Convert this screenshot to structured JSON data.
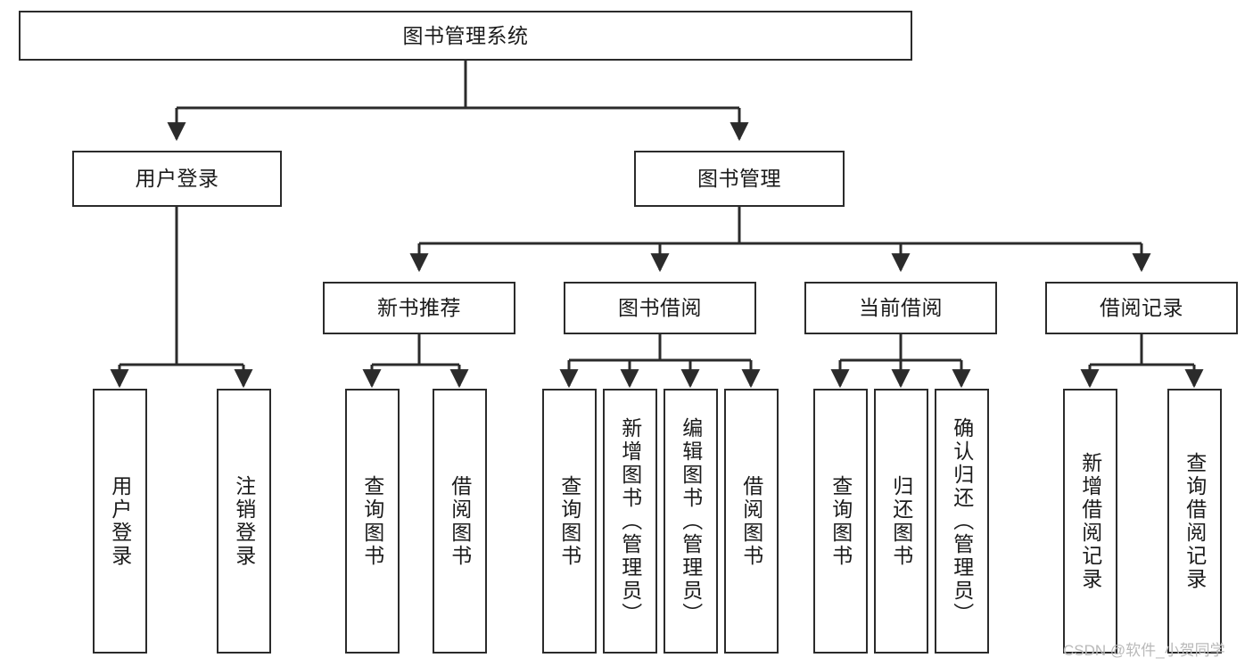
{
  "diagram": {
    "title": "图书管理系统",
    "watermark": "CSDN @软件_小贺同学",
    "accent_color": "#2b2b2b",
    "background_color": "#ffffff",
    "nodes": {
      "root": {
        "label": "图书管理系统"
      },
      "level2": [
        {
          "id": "user-login",
          "label": "用户登录"
        },
        {
          "id": "book-manage",
          "label": "图书管理"
        }
      ],
      "level3": [
        {
          "id": "new-book-recommend",
          "label": "新书推荐"
        },
        {
          "id": "book-borrow",
          "label": "图书借阅"
        },
        {
          "id": "current-borrow",
          "label": "当前借阅"
        },
        {
          "id": "borrow-record",
          "label": "借阅记录"
        }
      ],
      "leaves": {
        "user_login": [
          {
            "id": "leaf-user-login",
            "label": "用户登录"
          },
          {
            "id": "leaf-logout-login",
            "label": "注销登录"
          }
        ],
        "new_book_recommend": [
          {
            "id": "leaf-query-book-1",
            "label": "查询图书"
          },
          {
            "id": "leaf-borrow-book-1",
            "label": "借阅图书"
          }
        ],
        "book_borrow": [
          {
            "id": "leaf-query-book-2",
            "label": "查询图书"
          },
          {
            "id": "leaf-add-book",
            "label": "新增图书（管理员）"
          },
          {
            "id": "leaf-edit-book",
            "label": "编辑图书（管理员）"
          },
          {
            "id": "leaf-borrow-book-2",
            "label": "借阅图书"
          }
        ],
        "current_borrow": [
          {
            "id": "leaf-query-book-3",
            "label": "查询图书"
          },
          {
            "id": "leaf-return-book",
            "label": "归还图书"
          },
          {
            "id": "leaf-confirm-return",
            "label": "确认归还（管理员）"
          }
        ],
        "borrow_record": [
          {
            "id": "leaf-add-record",
            "label": "新增借阅记录"
          },
          {
            "id": "leaf-query-record",
            "label": "查询借阅记录"
          }
        ]
      }
    }
  }
}
